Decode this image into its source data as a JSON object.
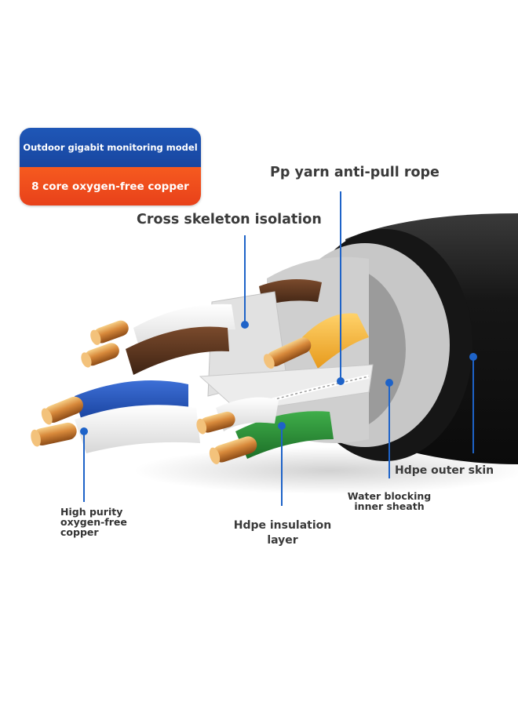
{
  "badge": {
    "top_text": "Outdoor gigabit monitoring model",
    "bottom_text": "8 core oxygen-free copper",
    "top_color": "#1f57b7",
    "bottom_color": "#f65a1f"
  },
  "labels": {
    "pp_yarn": "Pp yarn anti-pull rope",
    "cross_skeleton": "Cross skeleton isolation",
    "hdpe_outer": "Hdpe outer skin",
    "water_blocking_1": "Water blocking",
    "water_blocking_2": "inner sheath",
    "hdpe_insulation_1": "Hdpe insulation",
    "hdpe_insulation_2": "layer",
    "copper_1": "High purity",
    "copper_2": "oxygen-free",
    "copper_3": "copper"
  },
  "colors": {
    "leader_line": "#1e63c8",
    "jacket": "#1a1a1a",
    "inner_sheath": "#c9c9c9",
    "skeleton": "#dcdcdc",
    "copper": "#d58a3a"
  }
}
